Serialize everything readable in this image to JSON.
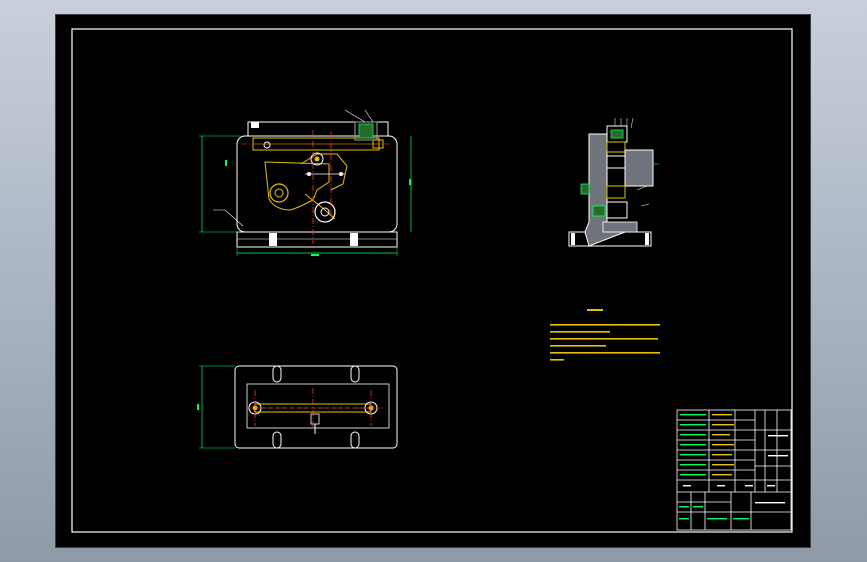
{
  "canvas": {
    "background": "#000000",
    "window_bg": "#b8c1cc"
  },
  "colors": {
    "frame": "#ffffff",
    "outline": "#ffffff",
    "part": "#e8c200",
    "pin": "#ff3030",
    "dim": "#00ff66",
    "hatch": "#9aa0a8",
    "accent": "#ffffff"
  },
  "views": {
    "front": {
      "name": "front-view"
    },
    "side": {
      "name": "side-view"
    },
    "top": {
      "name": "top-view"
    }
  },
  "title_block": {
    "name": "title-block"
  }
}
